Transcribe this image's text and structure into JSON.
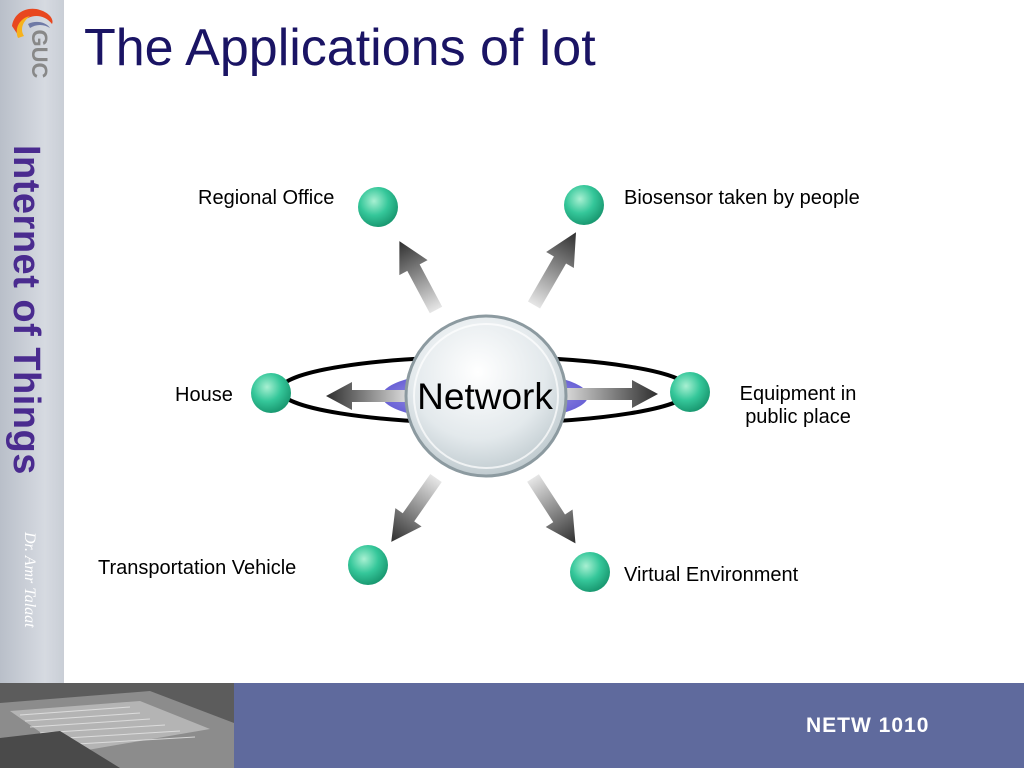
{
  "slide": {
    "title": "The Applications of Iot",
    "series_title": "Internet of Things",
    "author": "Dr. Amr Talaat",
    "course_code": "NETW 1010",
    "logo_text": "GUC"
  },
  "diagram": {
    "hub": "Network",
    "nodes": [
      {
        "id": "regional-office",
        "label": "Regional Office"
      },
      {
        "id": "biosensor",
        "label": "Biosensor taken by people"
      },
      {
        "id": "house",
        "label": "House"
      },
      {
        "id": "equipment",
        "label": "Equipment in public place"
      },
      {
        "id": "transportation",
        "label": "Transportation Vehicle"
      },
      {
        "id": "virtual-environment",
        "label": "Virtual Environment"
      }
    ]
  },
  "colors": {
    "title": "#1a1464",
    "series_title": "#4a2b8f",
    "footer": "#5f6a9d",
    "node": "#35c79a"
  }
}
